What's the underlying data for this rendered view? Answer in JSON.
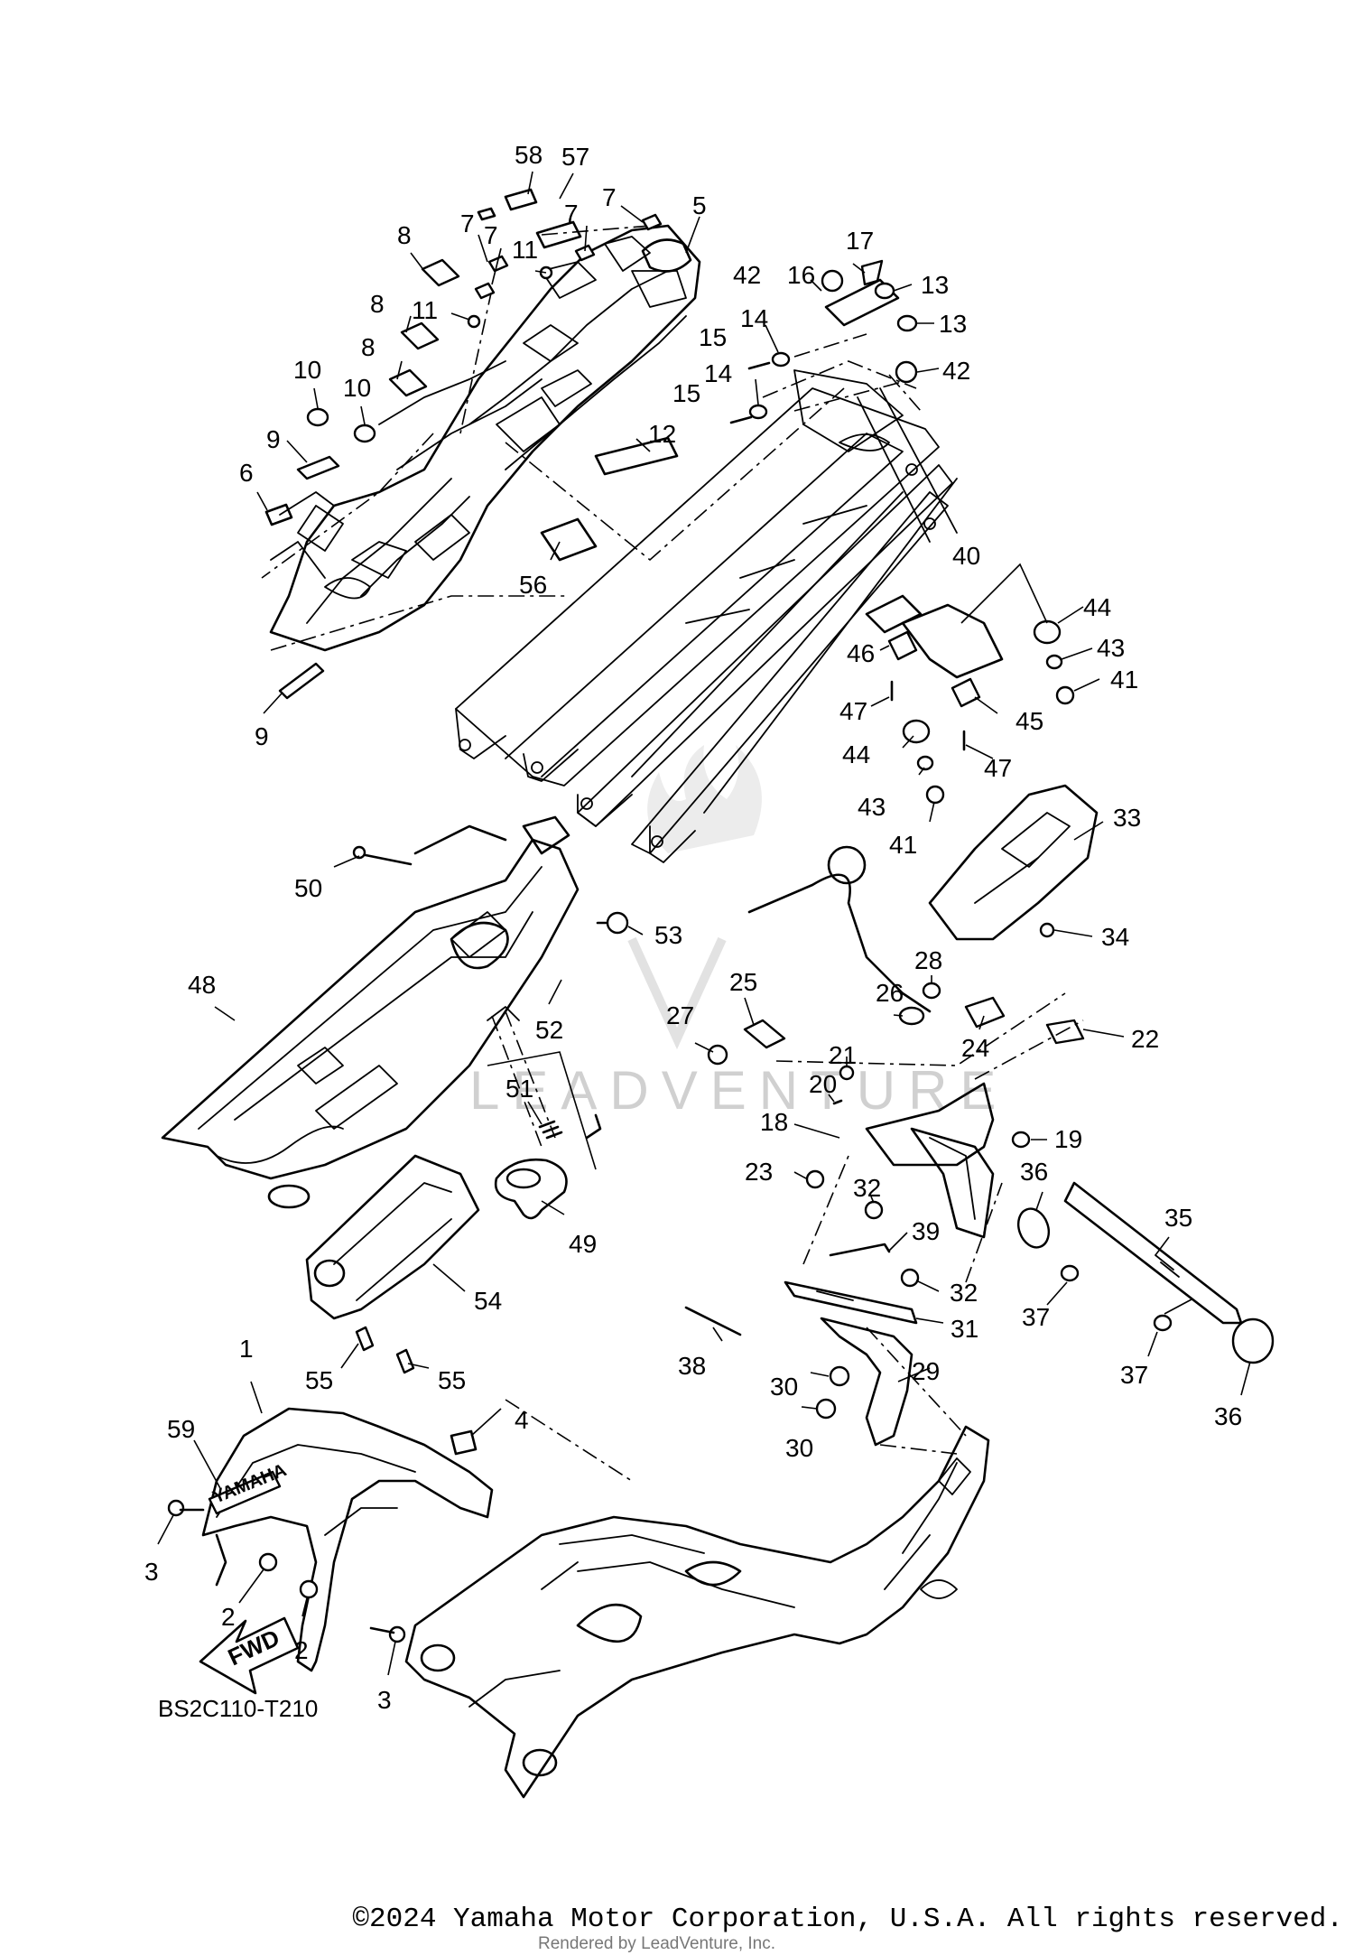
{
  "diagram_code": "BS2C110-T210",
  "fwd_label": "FWD",
  "brand_label": "YAMAHA",
  "watermark": "LEADVENTURE",
  "copyright": "©2024 Yamaha Motor Corporation, U.S.A. All rights reserved.",
  "rendered_by": "Rendered by LeadVenture, Inc.",
  "callouts": [
    {
      "id": "c58",
      "label": "58"
    },
    {
      "id": "c57",
      "label": "57"
    },
    {
      "id": "c5",
      "label": "5"
    },
    {
      "id": "c7a",
      "label": "7"
    },
    {
      "id": "c7b",
      "label": "7"
    },
    {
      "id": "c7c",
      "label": "7"
    },
    {
      "id": "c7d",
      "label": "7"
    },
    {
      "id": "c8a",
      "label": "8"
    },
    {
      "id": "c8b",
      "label": "8"
    },
    {
      "id": "c8c",
      "label": "8"
    },
    {
      "id": "c11a",
      "label": "11"
    },
    {
      "id": "c11b",
      "label": "11"
    },
    {
      "id": "c10a",
      "label": "10"
    },
    {
      "id": "c10b",
      "label": "10"
    },
    {
      "id": "c9a",
      "label": "9"
    },
    {
      "id": "c9b",
      "label": "9"
    },
    {
      "id": "c6",
      "label": "6"
    },
    {
      "id": "c12",
      "label": "12"
    },
    {
      "id": "c56",
      "label": "56"
    },
    {
      "id": "c17",
      "label": "17"
    },
    {
      "id": "c16",
      "label": "16"
    },
    {
      "id": "c42a",
      "label": "42"
    },
    {
      "id": "c42b",
      "label": "42"
    },
    {
      "id": "c13a",
      "label": "13"
    },
    {
      "id": "c13b",
      "label": "13"
    },
    {
      "id": "c14a",
      "label": "14"
    },
    {
      "id": "c14b",
      "label": "14"
    },
    {
      "id": "c15a",
      "label": "15"
    },
    {
      "id": "c15b",
      "label": "15"
    },
    {
      "id": "c40",
      "label": "40"
    },
    {
      "id": "c44a",
      "label": "44"
    },
    {
      "id": "c44b",
      "label": "44"
    },
    {
      "id": "c43a",
      "label": "43"
    },
    {
      "id": "c43b",
      "label": "43"
    },
    {
      "id": "c41a",
      "label": "41"
    },
    {
      "id": "c41b",
      "label": "41"
    },
    {
      "id": "c46",
      "label": "46"
    },
    {
      "id": "c45",
      "label": "45"
    },
    {
      "id": "c47a",
      "label": "47"
    },
    {
      "id": "c47b",
      "label": "47"
    },
    {
      "id": "c33",
      "label": "33"
    },
    {
      "id": "c34",
      "label": "34"
    },
    {
      "id": "c50",
      "label": "50"
    },
    {
      "id": "c53",
      "label": "53"
    },
    {
      "id": "c48",
      "label": "48"
    },
    {
      "id": "c52",
      "label": "52"
    },
    {
      "id": "c27",
      "label": "27"
    },
    {
      "id": "c25",
      "label": "25"
    },
    {
      "id": "c26",
      "label": "26"
    },
    {
      "id": "c28",
      "label": "28"
    },
    {
      "id": "c24",
      "label": "24"
    },
    {
      "id": "c22",
      "label": "22"
    },
    {
      "id": "c21",
      "label": "21"
    },
    {
      "id": "c20",
      "label": "20"
    },
    {
      "id": "c51",
      "label": "51"
    },
    {
      "id": "c18",
      "label": "18"
    },
    {
      "id": "c19",
      "label": "19"
    },
    {
      "id": "c23",
      "label": "23"
    },
    {
      "id": "c36a",
      "label": "36"
    },
    {
      "id": "c36b",
      "label": "36"
    },
    {
      "id": "c35",
      "label": "35"
    },
    {
      "id": "c32a",
      "label": "32"
    },
    {
      "id": "c32b",
      "label": "32"
    },
    {
      "id": "c39",
      "label": "39"
    },
    {
      "id": "c49",
      "label": "49"
    },
    {
      "id": "c54",
      "label": "54"
    },
    {
      "id": "c31",
      "label": "31"
    },
    {
      "id": "c37a",
      "label": "37"
    },
    {
      "id": "c37b",
      "label": "37"
    },
    {
      "id": "c38",
      "label": "38"
    },
    {
      "id": "c30a",
      "label": "30"
    },
    {
      "id": "c30b",
      "label": "30"
    },
    {
      "id": "c29",
      "label": "29"
    },
    {
      "id": "c1",
      "label": "1"
    },
    {
      "id": "c55a",
      "label": "55"
    },
    {
      "id": "c55b",
      "label": "55"
    },
    {
      "id": "c59",
      "label": "59"
    },
    {
      "id": "c4",
      "label": "4"
    },
    {
      "id": "c3a",
      "label": "3"
    },
    {
      "id": "c3b",
      "label": "3"
    },
    {
      "id": "c2a",
      "label": "2"
    },
    {
      "id": "c2b",
      "label": "2"
    }
  ]
}
